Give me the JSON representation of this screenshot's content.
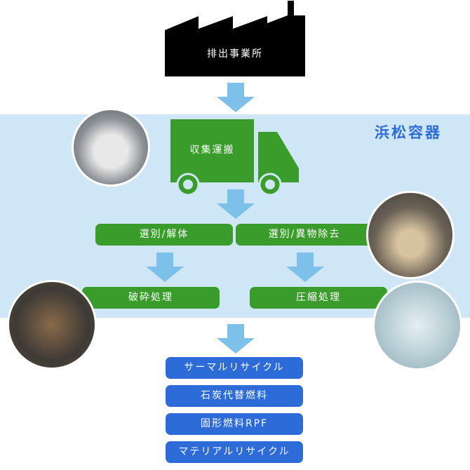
{
  "source": {
    "label": "排出事業所",
    "icon": "factory-icon"
  },
  "company": {
    "name": "浜松容器"
  },
  "collection": {
    "label": "収集運搬",
    "icon": "truck-icon"
  },
  "sorting": [
    {
      "label": "選別/解体"
    },
    {
      "label": "選別/異物除去"
    }
  ],
  "processing": [
    {
      "label": "破砕処理"
    },
    {
      "label": "圧縮処理"
    }
  ],
  "outputs": [
    {
      "label": "サーマルリサイクル"
    },
    {
      "label": "石炭代替燃料"
    },
    {
      "label": "固形燃料RPF"
    },
    {
      "label": "マテリアルリサイクル"
    }
  ],
  "colors": {
    "band": "#cfe6f6",
    "green": "#3a9c2b",
    "blue": "#2d6bd8",
    "arrow": "#7dc1ea"
  }
}
